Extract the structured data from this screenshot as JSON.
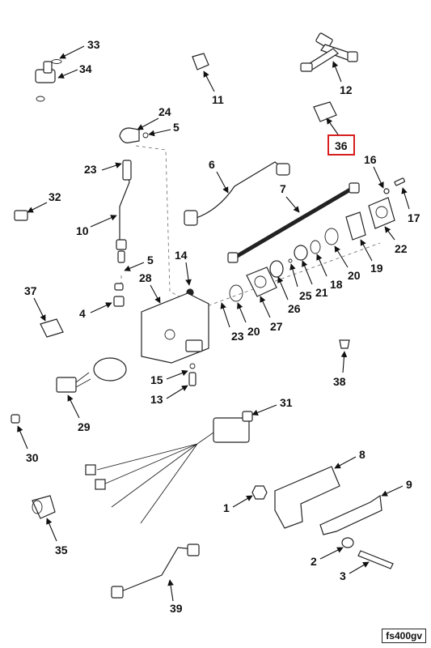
{
  "highlight": {
    "label": "36",
    "color": "#d61f1f"
  },
  "callouts": [
    "1",
    "2",
    "3",
    "4",
    "5",
    "5",
    "6",
    "7",
    "8",
    "9",
    "10",
    "11",
    "12",
    "13",
    "14",
    "15",
    "16",
    "17",
    "18",
    "19",
    "20",
    "20",
    "21",
    "22",
    "23",
    "23",
    "24",
    "25",
    "26",
    "27",
    "28",
    "29",
    "30",
    "31",
    "32",
    "33",
    "34",
    "35",
    "36",
    "37",
    "38",
    "39"
  ],
  "figure_tag": "fs400gv"
}
